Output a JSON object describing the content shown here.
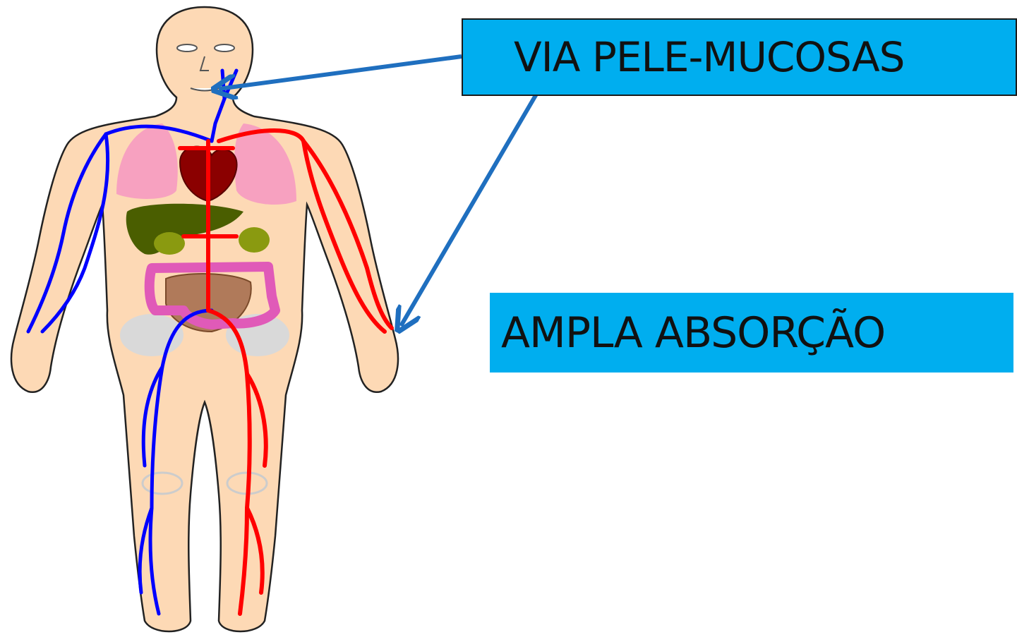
{
  "labels": {
    "route": "VIA PELE-MUCOSAS",
    "absorption": "AMPLA ABSORÇÃO"
  },
  "colors": {
    "box_fill": "#00aeef",
    "arrow": "#1f6fbf",
    "skin": "#fdd9b5",
    "vein": "#0000ff",
    "artery": "#ff0000",
    "lung": "#f7a1c0",
    "heart": "#8b0000",
    "liver": "#4a5e00",
    "intestine": "#e05ab8",
    "small_intestine": "#b07a5a"
  },
  "icons": {
    "figure": "human-circulatory-system-figure"
  }
}
